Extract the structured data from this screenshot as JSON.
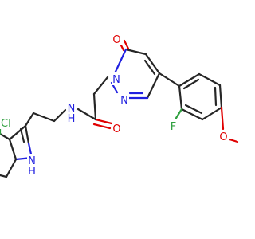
{
  "molecule": {
    "atom_labels": {
      "carbonyl_oxygen": "O",
      "amide_oxygen": "O",
      "amide_nitrogen": "N",
      "amide_hydrogen": "H",
      "pyridazinone_n1": "N",
      "pyridazinone_n2": "N",
      "fluorine": "F",
      "methoxy_oxygen": "O",
      "chlorine": "Cl",
      "indole_nitrogen": "N",
      "indole_hydrogen": "H"
    },
    "colors": {
      "bond": "#262626",
      "oxygen": "#e00000",
      "nitrogen": "#2020e0",
      "halogen": "#30a040"
    }
  }
}
